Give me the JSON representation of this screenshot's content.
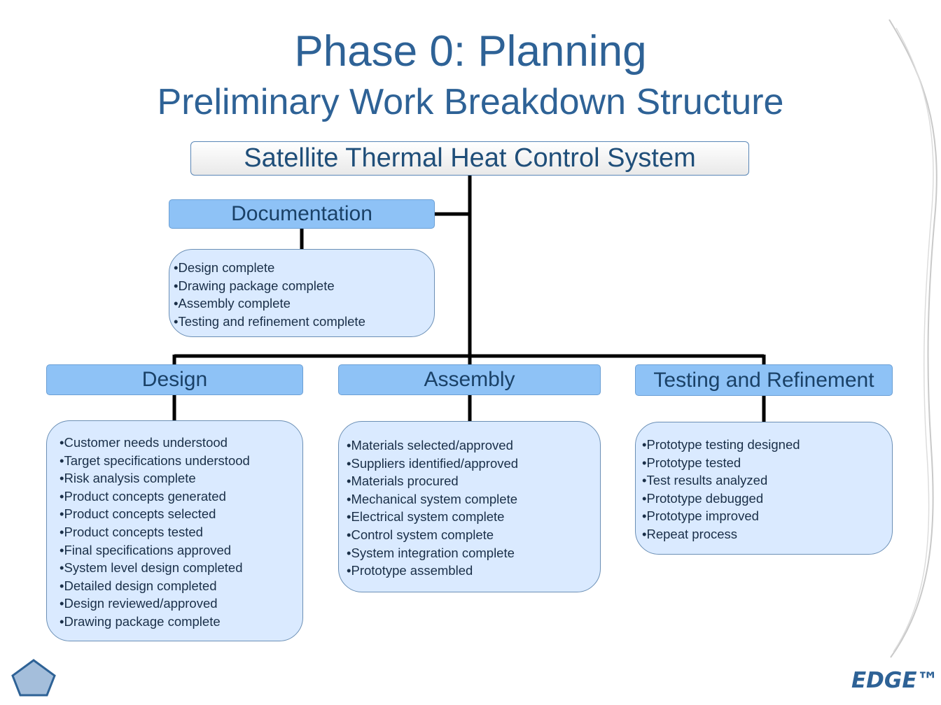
{
  "title": "Phase 0: Planning",
  "subtitle": "Preliminary Work Breakdown Structure",
  "root": "Satellite Thermal Heat Control System",
  "documentation": {
    "label": "Documentation",
    "items": [
      "Design complete",
      "Drawing package complete",
      "Assembly complete",
      "Testing and refinement complete"
    ]
  },
  "design": {
    "label": "Design",
    "items": [
      "Customer needs understood",
      "Target specifications understood",
      "Risk analysis complete",
      "Product concepts generated",
      "Product concepts selected",
      "Product concepts tested",
      "Final specifications approved",
      "System level design completed",
      "Detailed design completed",
      "Design reviewed/approved",
      "Drawing package complete"
    ]
  },
  "assembly": {
    "label": "Assembly",
    "items": [
      "Materials selected/approved",
      "Suppliers identified/approved",
      "Materials procured",
      "Mechanical system complete",
      "Electrical system complete",
      "Control system complete",
      "System integration complete",
      "Prototype assembled"
    ]
  },
  "testing": {
    "label": "Testing and Refinement",
    "items": [
      "Prototype testing designed",
      "Prototype tested",
      "Test results analyzed",
      "Prototype debugged",
      "Prototype improved",
      "Repeat process"
    ]
  },
  "logo": "EDGE™",
  "colors": {
    "title": "#2e6296",
    "header_fill": "#8ec2f6",
    "list_fill": "#daeaff",
    "connector": "#000000"
  }
}
